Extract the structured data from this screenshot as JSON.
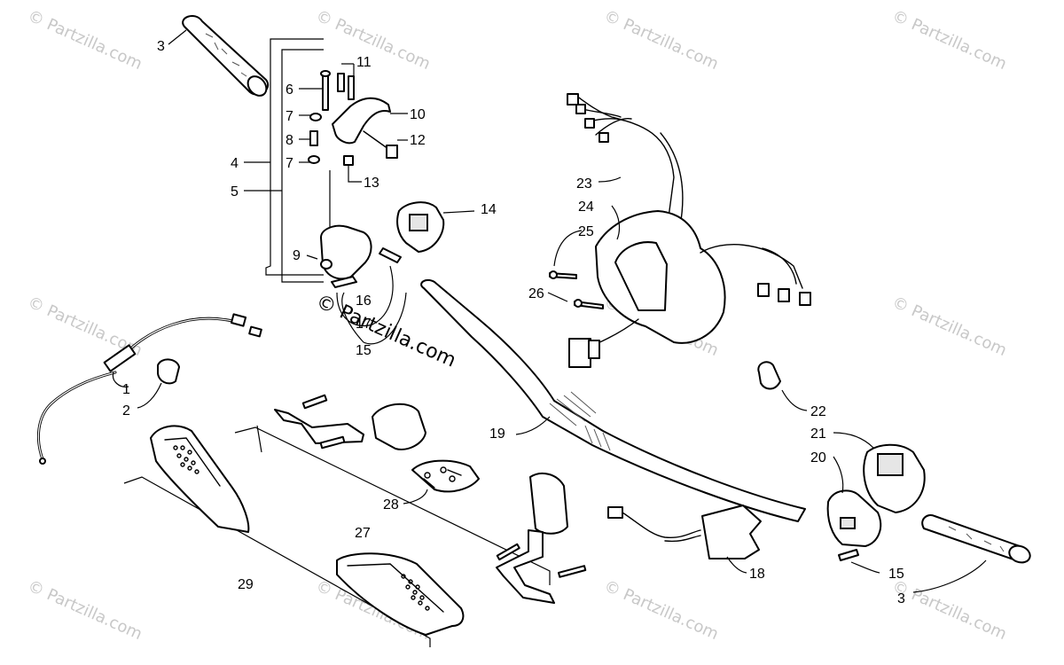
{
  "watermark": {
    "text": "© Partzilla.com",
    "center_text": "© Partzilla.com"
  },
  "callouts": {
    "c1": "1",
    "c2": "2",
    "c3a": "3",
    "c3b": "3",
    "c4": "4",
    "c5": "5",
    "c6": "6",
    "c7a": "7",
    "c7b": "7",
    "c8": "8",
    "c9": "9",
    "c10": "10",
    "c11": "11",
    "c12": "12",
    "c13": "13",
    "c14": "14",
    "c15a": "15",
    "c15b": "15",
    "c16": "16",
    "c17": "17",
    "c18": "18",
    "c19": "19",
    "c20": "20",
    "c21": "21",
    "c22": "22",
    "c23": "23",
    "c24": "24",
    "c25": "25",
    "c26": "26",
    "c27": "27",
    "c28": "28",
    "c29": "29"
  }
}
